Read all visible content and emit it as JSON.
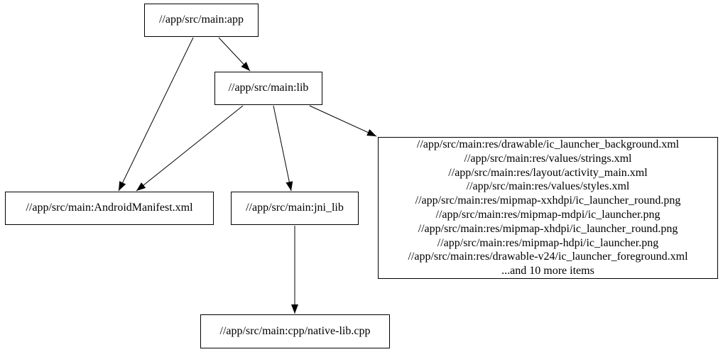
{
  "graph": {
    "title": "build-target-dependency-graph",
    "colors": {
      "background": "#ffffff",
      "node_fill": "#ffffff",
      "node_border": "#000000",
      "edge": "#000000",
      "text": "#000000"
    },
    "nodes": {
      "app": {
        "label": "//app/src/main:app"
      },
      "lib": {
        "label": "//app/src/main:lib"
      },
      "manifest": {
        "label": "//app/src/main:AndroidManifest.xml"
      },
      "jni_lib": {
        "label": "//app/src/main:jni_lib"
      },
      "native_lib": {
        "label": "//app/src/main:cpp/native-lib.cpp"
      },
      "res_group": {
        "lines": [
          "//app/src/main:res/drawable/ic_launcher_background.xml",
          "//app/src/main:res/values/strings.xml",
          "//app/src/main:res/layout/activity_main.xml",
          "//app/src/main:res/values/styles.xml",
          "//app/src/main:res/mipmap-xxhdpi/ic_launcher_round.png",
          "//app/src/main:res/mipmap-mdpi/ic_launcher.png",
          "//app/src/main:res/mipmap-xhdpi/ic_launcher_round.png",
          "//app/src/main:res/mipmap-hdpi/ic_launcher.png",
          "//app/src/main:res/drawable-v24/ic_launcher_foreground.xml",
          "...and 10 more items"
        ]
      }
    },
    "edges": [
      {
        "from": "app",
        "to": "lib"
      },
      {
        "from": "app",
        "to": "manifest"
      },
      {
        "from": "lib",
        "to": "manifest"
      },
      {
        "from": "lib",
        "to": "jni_lib"
      },
      {
        "from": "lib",
        "to": "res_group"
      },
      {
        "from": "jni_lib",
        "to": "native_lib"
      }
    ]
  }
}
